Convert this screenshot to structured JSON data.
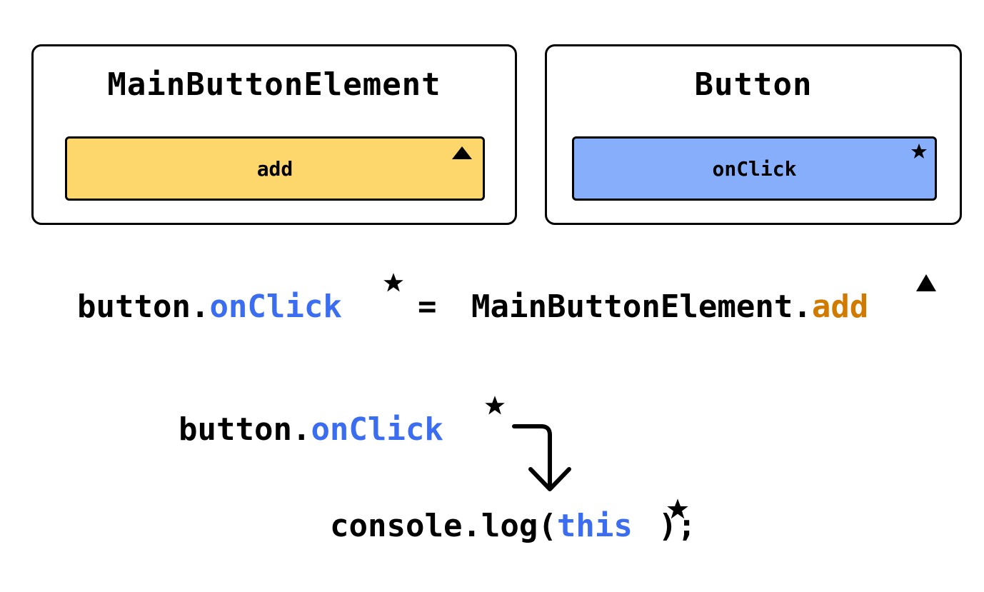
{
  "colors": {
    "add_field_bg": "#fdd76b",
    "onclick_field_bg": "#86aefb",
    "highlight_blue": "#3b6df0",
    "highlight_orange": "#d17a00",
    "ink": "#000000"
  },
  "left_panel": {
    "title": "MainButtonElement",
    "field": {
      "label": "add",
      "marker_icon": "triangle-icon"
    }
  },
  "right_panel": {
    "title": "Button",
    "field": {
      "label": "onClick",
      "marker_icon": "star-icon"
    }
  },
  "assignment": {
    "lhs_object": "button.",
    "lhs_prop": "onClick",
    "equals": "=",
    "rhs_object": "MainButtonElement.",
    "rhs_prop": "add"
  },
  "call_flow": {
    "caller_object": "button.",
    "caller_prop": "onClick",
    "arrow_icon": "bent-down-arrow-icon",
    "call_prefix": "console.log(",
    "call_arg": "this",
    "call_suffix": ");"
  }
}
